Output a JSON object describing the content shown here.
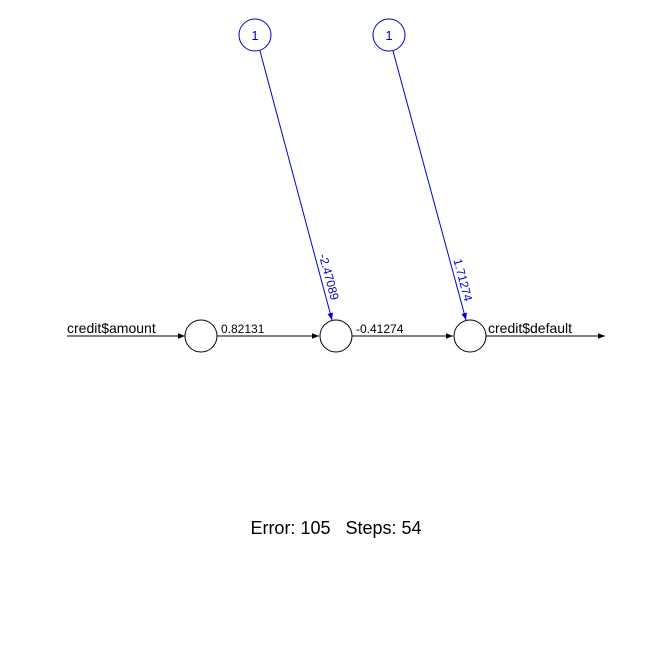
{
  "network": {
    "input_label": "credit$amount",
    "output_label": "credit$default",
    "bias1_label": "1",
    "bias2_label": "1",
    "weight_input_hidden": "0.82131",
    "weight_hidden_output": "-0.41274",
    "weight_bias1_hidden": "-2.47089",
    "weight_bias2_output": "1.71274"
  },
  "colors": {
    "main": "#000000",
    "bias": "#0000CC"
  },
  "footer": {
    "error_label": "Error: 105",
    "steps_label": "Steps: 54"
  }
}
